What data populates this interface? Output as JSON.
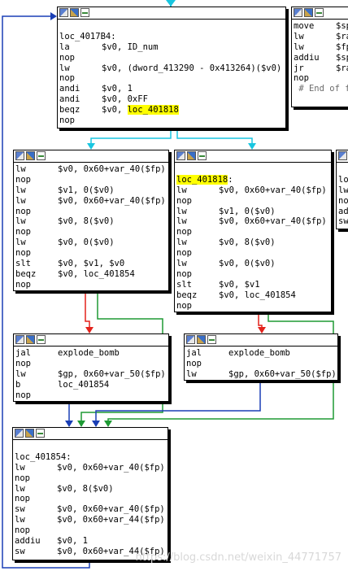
{
  "colors": {
    "edge_blue": "#1a3fb5",
    "edge_green": "#1e9a34",
    "edge_red": "#e3221c",
    "edge_cyan": "#19c6e0",
    "highlight": "#ffff00"
  },
  "watermark": "https://blog.csdn.net/weixin_44771757",
  "nodes": [
    {
      "id": "node_4017b4",
      "name": "node-loc-4017b4",
      "lines": [
        {
          "mn": "",
          "op": ""
        },
        {
          "mn": "loc_4017B4:",
          "op": ""
        },
        {
          "mn": "la",
          "op": "$v0, ID_num"
        },
        {
          "mn": "nop",
          "op": ""
        },
        {
          "mn": "lw",
          "op": "$v0, (dword_413290 - 0x413264)($v0)"
        },
        {
          "mn": "nop",
          "op": ""
        },
        {
          "mn": "andi",
          "op": "$v0, 1"
        },
        {
          "mn": "andi",
          "op": "$v0, 0xFF"
        },
        {
          "mn": "beqz",
          "op": "$v0, ",
          "hl": "loc_401818"
        },
        {
          "mn": "nop",
          "op": ""
        }
      ]
    },
    {
      "id": "node_epilogue",
      "name": "node-epilogue",
      "lines": [
        {
          "mn": "move",
          "op": "$sp"
        },
        {
          "mn": "lw",
          "op": "$ra"
        },
        {
          "mn": "lw",
          "op": "$fp"
        },
        {
          "mn": "addiu",
          "op": "$sp"
        },
        {
          "mn": "jr",
          "op": "$ra"
        },
        {
          "mn": "nop",
          "op": ""
        },
        {
          "mn": "",
          "op": "",
          "comment": " # End of f"
        }
      ]
    },
    {
      "id": "node_left_check",
      "name": "node-left-check",
      "lines": [
        {
          "mn": "lw",
          "op": "$v0, 0x60+var_40($fp)"
        },
        {
          "mn": "nop",
          "op": ""
        },
        {
          "mn": "lw",
          "op": "$v1, 0($v0)"
        },
        {
          "mn": "lw",
          "op": "$v0, 0x60+var_40($fp)"
        },
        {
          "mn": "nop",
          "op": ""
        },
        {
          "mn": "lw",
          "op": "$v0, 8($v0)"
        },
        {
          "mn": "nop",
          "op": ""
        },
        {
          "mn": "lw",
          "op": "$v0, 0($v0)"
        },
        {
          "mn": "nop",
          "op": ""
        },
        {
          "mn": "slt",
          "op": "$v0, $v1, $v0"
        },
        {
          "mn": "beqz",
          "op": "$v0, loc_401854"
        },
        {
          "mn": "nop",
          "op": ""
        }
      ]
    },
    {
      "id": "node_401818",
      "name": "node-loc-401818",
      "lines": [
        {
          "mn": "",
          "op": ""
        },
        {
          "mn": "",
          "op": "",
          "label_hl": "loc_401818",
          "suffix": ":"
        },
        {
          "mn": "lw",
          "op": "$v0, 0x60+var_40($fp)"
        },
        {
          "mn": "nop",
          "op": ""
        },
        {
          "mn": "lw",
          "op": "$v1, 0($v0)"
        },
        {
          "mn": "lw",
          "op": "$v0, 0x60+var_40($fp)"
        },
        {
          "mn": "nop",
          "op": ""
        },
        {
          "mn": "lw",
          "op": "$v0, 8($v0)"
        },
        {
          "mn": "nop",
          "op": ""
        },
        {
          "mn": "lw",
          "op": "$v0, 0($v0)"
        },
        {
          "mn": "nop",
          "op": ""
        },
        {
          "mn": "slt",
          "op": "$v0, $v1"
        },
        {
          "mn": "beqz",
          "op": "$v0, loc_401854"
        },
        {
          "mn": "nop",
          "op": ""
        }
      ]
    },
    {
      "id": "node_right_partial",
      "name": "node-right-partial",
      "lines": [
        {
          "mn": "",
          "op": ""
        },
        {
          "mn": "lo",
          "op": ""
        },
        {
          "mn": "lw",
          "op": ""
        },
        {
          "mn": "no",
          "op": ""
        },
        {
          "mn": "ad",
          "op": ""
        },
        {
          "mn": "sw",
          "op": ""
        }
      ]
    },
    {
      "id": "node_bomb_left",
      "name": "node-explode-bomb-left",
      "lines": [
        {
          "mn": "jal",
          "op": "explode_bomb"
        },
        {
          "mn": "nop",
          "op": ""
        },
        {
          "mn": "lw",
          "op": "$gp, 0x60+var_50($fp)"
        },
        {
          "mn": "b",
          "op": "loc_401854"
        },
        {
          "mn": "nop",
          "op": ""
        }
      ]
    },
    {
      "id": "node_bomb_right",
      "name": "node-explode-bomb-right",
      "lines": [
        {
          "mn": "jal",
          "op": "explode_bomb"
        },
        {
          "mn": "nop",
          "op": ""
        },
        {
          "mn": "lw",
          "op": "$gp, 0x60+var_50($fp)"
        }
      ]
    },
    {
      "id": "node_401854",
      "name": "node-loc-401854",
      "lines": [
        {
          "mn": "",
          "op": ""
        },
        {
          "mn": "loc_401854:",
          "op": ""
        },
        {
          "mn": "lw",
          "op": "$v0, 0x60+var_40($fp)"
        },
        {
          "mn": "nop",
          "op": ""
        },
        {
          "mn": "lw",
          "op": "$v0, 8($v0)"
        },
        {
          "mn": "nop",
          "op": ""
        },
        {
          "mn": "sw",
          "op": "$v0, 0x60+var_40($fp)"
        },
        {
          "mn": "lw",
          "op": "$v0, 0x60+var_44($fp)"
        },
        {
          "mn": "nop",
          "op": ""
        },
        {
          "mn": "addiu",
          "op": "$v0, 1"
        },
        {
          "mn": "sw",
          "op": "$v0, 0x60+var_44($fp)"
        }
      ]
    }
  ]
}
